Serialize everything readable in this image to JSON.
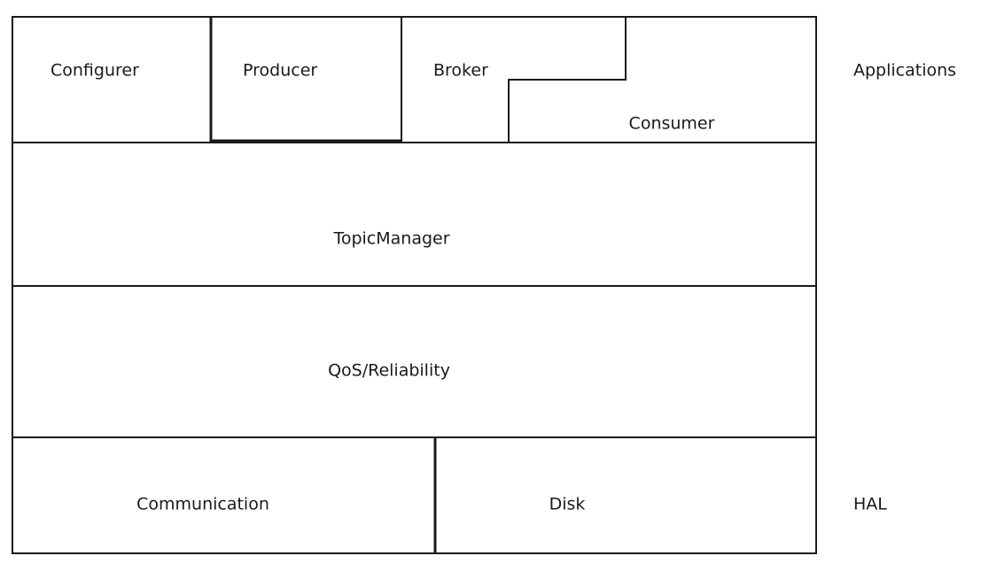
{
  "diagram": {
    "layers": {
      "applications": {
        "side_label": "Applications",
        "components": {
          "configurer": "Configurer",
          "producer": "Producer",
          "broker": "Broker",
          "consumer": "Consumer"
        }
      },
      "topic_manager": "TopicManager",
      "qos_reliability": "QoS/Reliability",
      "hal": {
        "side_label": "HAL",
        "components": {
          "communication": "Communication",
          "disk": "Disk"
        }
      }
    },
    "colors": {
      "line": "#1a1a1a",
      "background": "#ffffff",
      "text": "#1a1a1a"
    }
  }
}
